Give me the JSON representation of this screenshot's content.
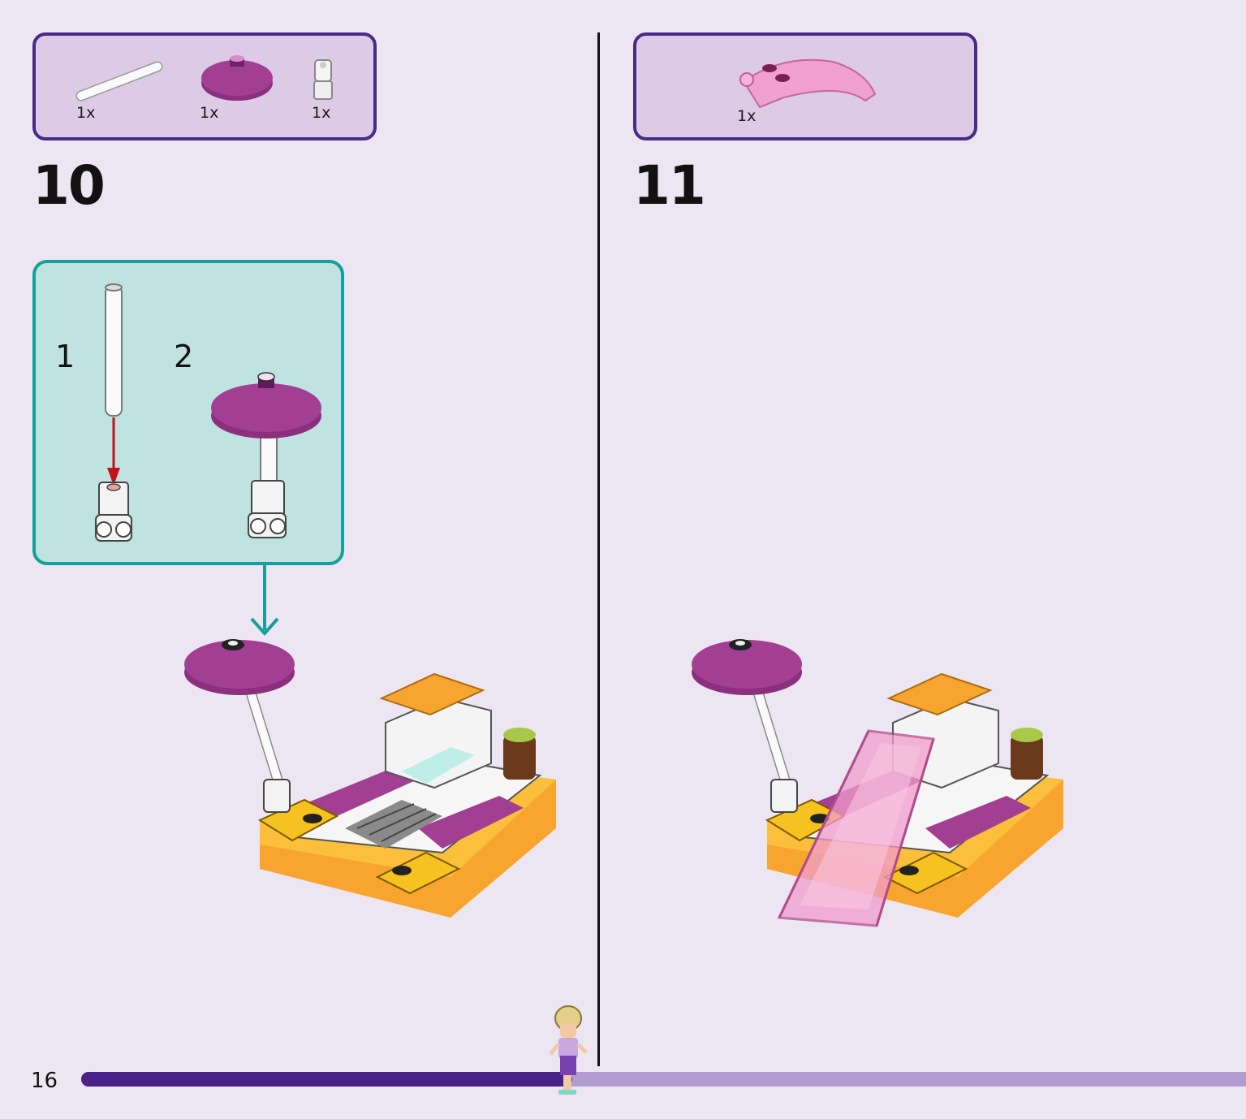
{
  "page": {
    "number": "16"
  },
  "progress": {
    "fraction": 0.42
  },
  "colors": {
    "box_border": "#4a2a86",
    "box_fill": "#ddcbe6",
    "sub_border": "#16a09c",
    "sub_fill": "#bfe3e0",
    "magenta": "#9b3a8c",
    "orange": "#f7a52e",
    "yellow": "#f6c21f",
    "progress_fill": "#4a2187",
    "progress_track": "#b39dd0"
  },
  "steps": [
    {
      "number": "10",
      "parts": [
        {
          "icon": "white-bar-icon",
          "qty": "1x"
        },
        {
          "icon": "magenta-dish-icon",
          "qty": "1x"
        },
        {
          "icon": "white-clip-icon",
          "qty": "1x"
        }
      ],
      "substeps": [
        "1",
        "2"
      ]
    },
    {
      "number": "11",
      "parts": [
        {
          "icon": "pink-slide-icon",
          "qty": "1x"
        }
      ]
    }
  ]
}
